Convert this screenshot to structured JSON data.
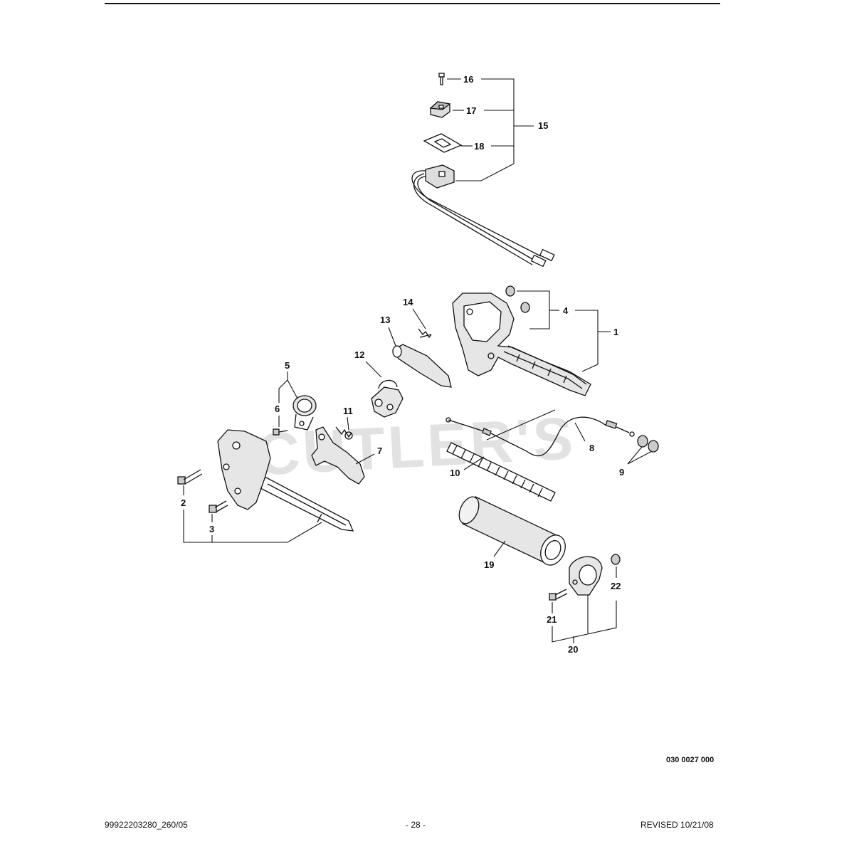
{
  "watermark": "CUTLER'S",
  "figure_code": "030 0027 000",
  "footer": {
    "doc_number": "99922203280_260/05",
    "page": "- 28 -",
    "revised": "REVISED 10/21/08"
  },
  "callouts": {
    "c1": "1",
    "c2": "2",
    "c3": "3",
    "c4": "4",
    "c5": "5",
    "c6": "6",
    "c7": "7",
    "c8": "8",
    "c9": "9",
    "c10": "10",
    "c11": "11",
    "c12": "12",
    "c13": "13",
    "c14": "14",
    "c15": "15",
    "c16": "16",
    "c17": "17",
    "c18": "18",
    "c19": "19",
    "c20": "20",
    "c21": "21",
    "c22": "22"
  }
}
